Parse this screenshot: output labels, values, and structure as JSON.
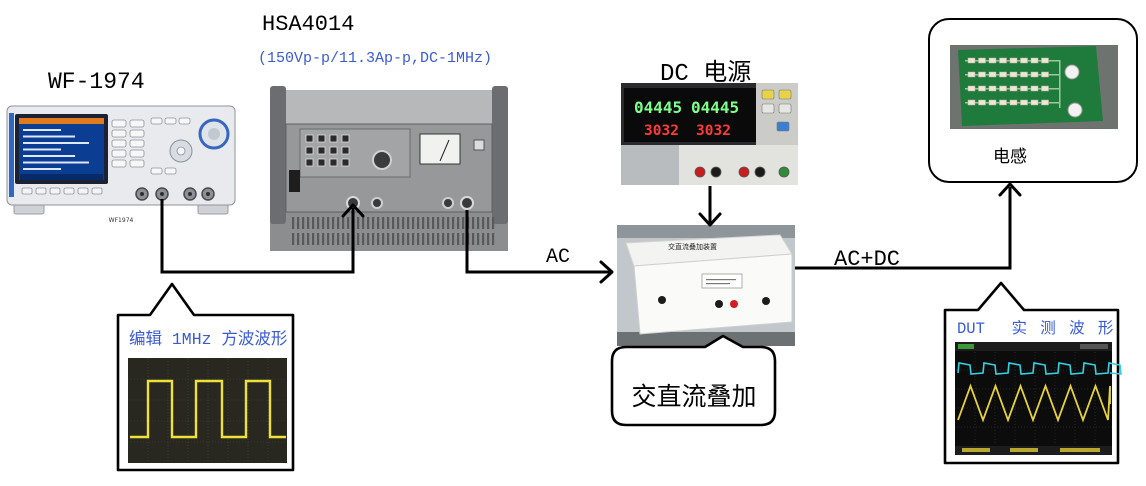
{
  "diagram": {
    "wf_title": "WF-1974",
    "hsa_title": "HSA4014",
    "hsa_spec": "(150Vp-p/11.3Ap-p,DC-1MHz)",
    "dc_title": "DC 电源",
    "ac_label": "AC",
    "acdc_label": "AC+DC",
    "inductor_label": "电感",
    "superposition_label": "交直流叠加",
    "edit_waveform_label": "编辑 1MHz 方波波形",
    "dut_waveform_label": "DUT  实 测 波 形"
  },
  "devices": {
    "wf_model_plate": "WF1974",
    "dc_display": {
      "ch1_voltage": "04445",
      "ch2_voltage": "04445",
      "ch1_current": "3032",
      "ch2_current": "3032"
    },
    "superposition_box_plate": "交直流叠加装置"
  },
  "colors": {
    "text": "#000000",
    "blue_text": "#3a5bd4",
    "pcb_green": "#1e7b3c",
    "scope_square_wave": "#f0e03a",
    "scope_ch1": "#34d0e0",
    "scope_ch2": "#e8d43a",
    "dc_voltage_display": "#7dff8a",
    "dc_current_display": "#ff3a3a"
  }
}
